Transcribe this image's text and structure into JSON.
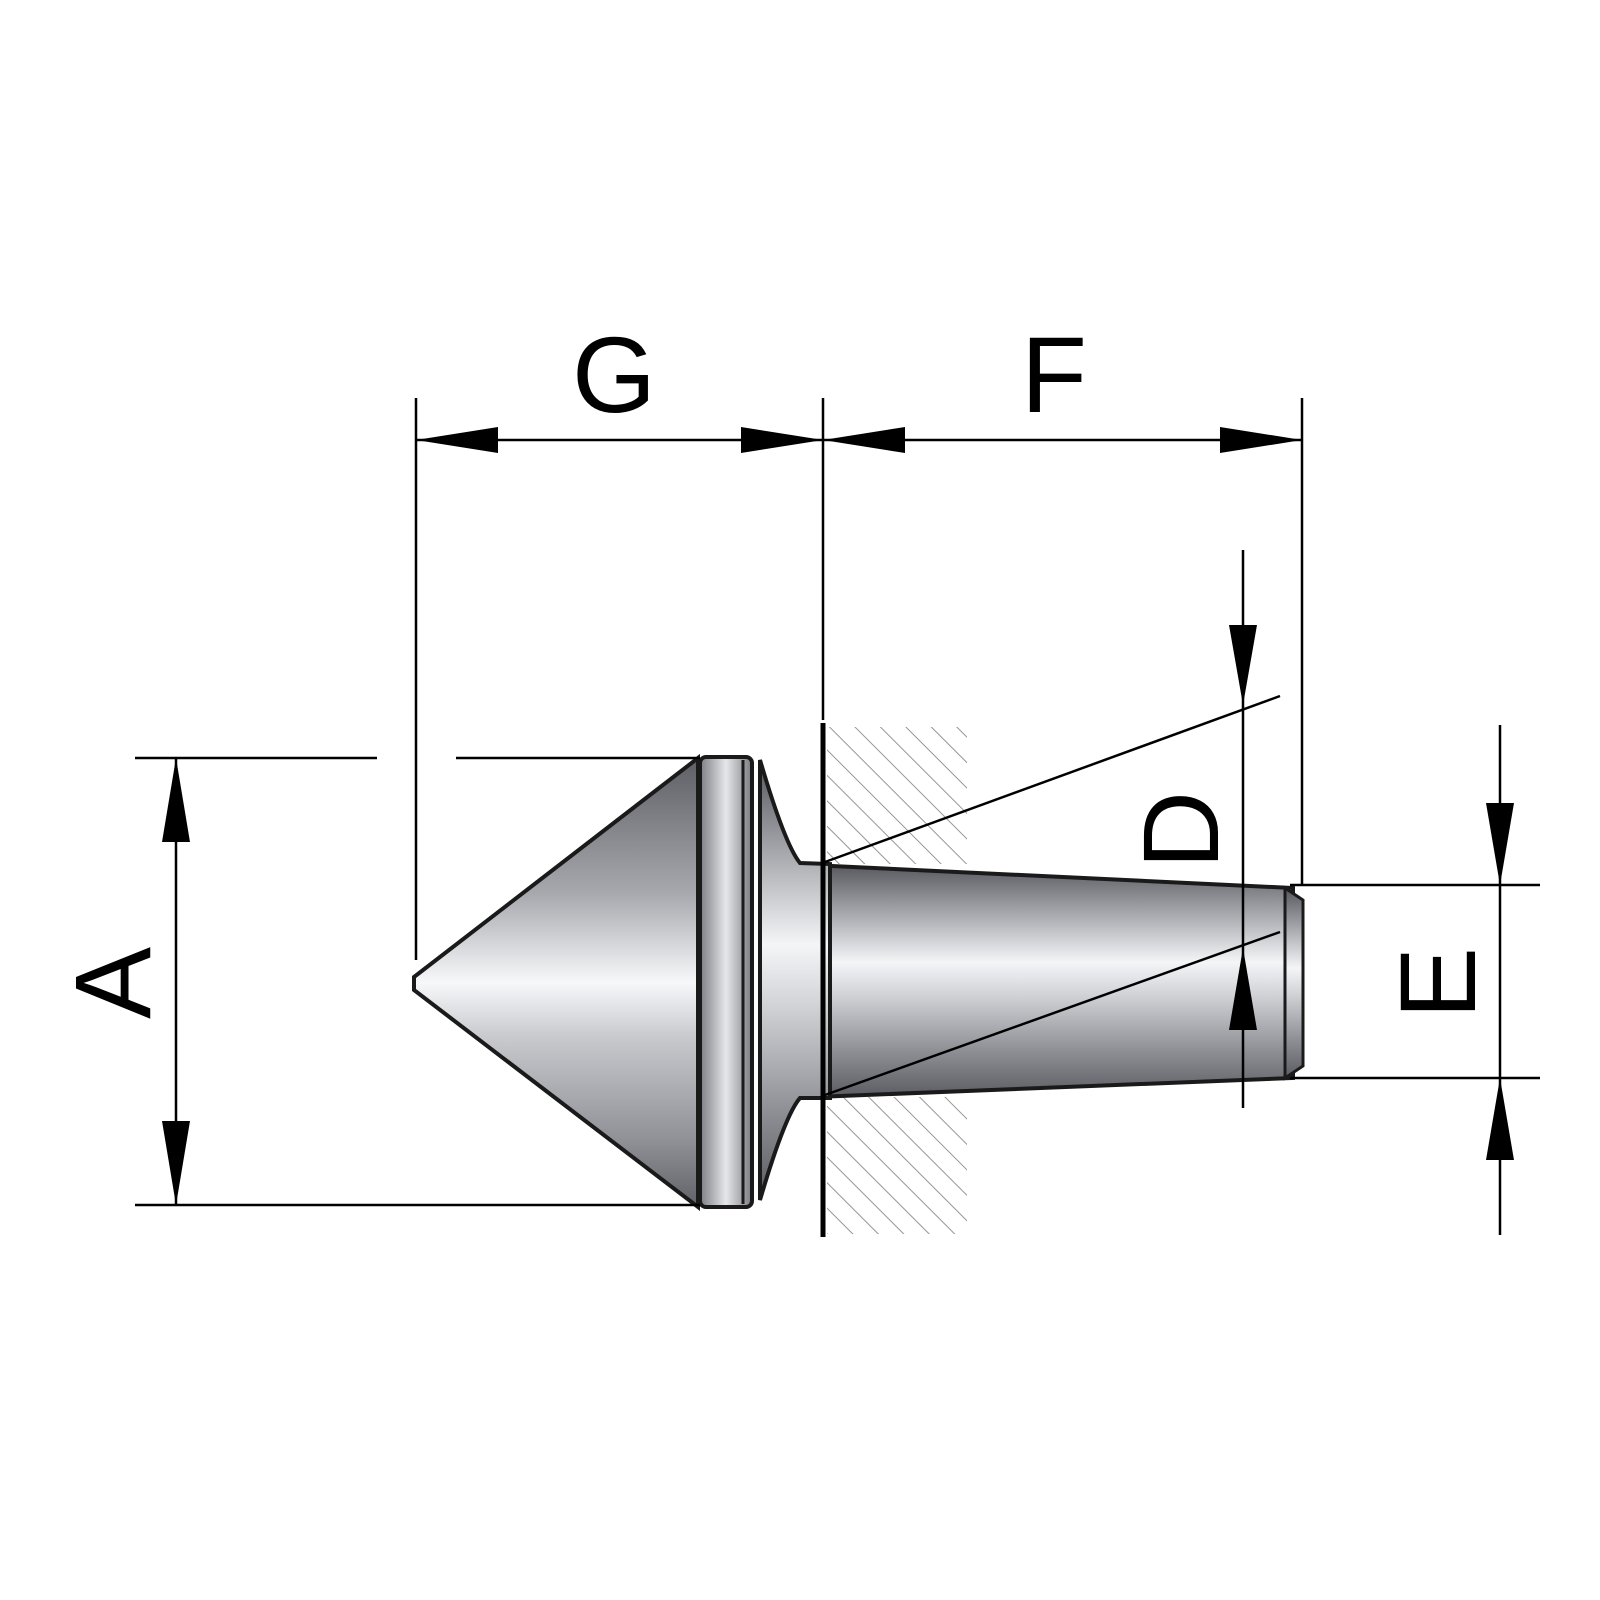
{
  "dimensions": {
    "G": "G",
    "F": "F",
    "D": "D",
    "E": "E",
    "A": "A"
  },
  "colors": {
    "line": "#000000",
    "steel_dark": "#5f6166",
    "steel_mid": "#a9abb0",
    "steel_light": "#f2f3f5",
    "hatch": "#8a8a8a",
    "background": "#ffffff"
  }
}
